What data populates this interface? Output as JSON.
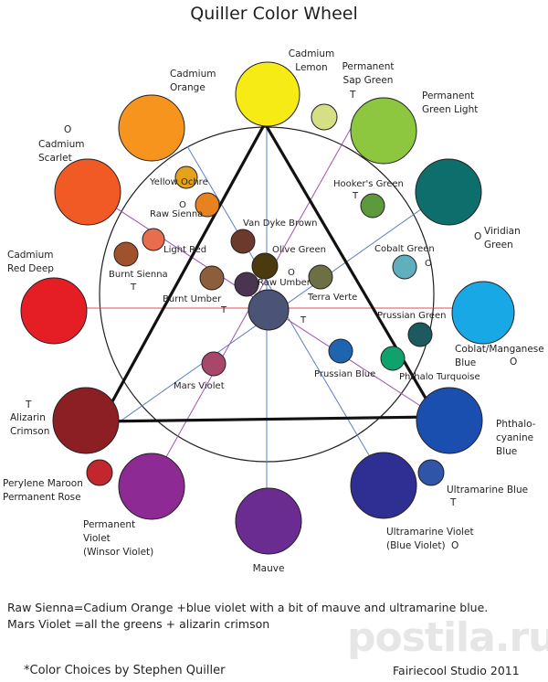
{
  "title": "Quiller Color Wheel",
  "colors": {
    "outline": "#231f20",
    "triangle": "#111111",
    "line_red": "#d9534f",
    "line_blue": "#5b7fc7",
    "line_purple": "#a050b0",
    "center": "#4b5376"
  },
  "outer": [
    {
      "id": "cadmium-lemon",
      "label": [
        "Cadmium",
        "Lemon"
      ],
      "color": "#f7eb16"
    },
    {
      "id": "permanent-sap-green",
      "label": [
        "Permanent",
        "Sap Green"
      ],
      "mark": "T",
      "color": "#d4df86"
    },
    {
      "id": "permanent-green-light",
      "label": [
        "Permanent",
        "Green Light"
      ],
      "color": "#8dc63f"
    },
    {
      "id": "viridian-green",
      "label": [
        "Viridian",
        "Green"
      ],
      "mark": "O",
      "color": "#0e6e6b"
    },
    {
      "id": "coblat-manganese-blue",
      "label": [
        "Coblat/Manganese",
        "Blue"
      ],
      "mark": "O",
      "color": "#19a8e6"
    },
    {
      "id": "phthalocyanine-blue",
      "label": [
        "Phthalo-",
        "cyanine",
        "Blue"
      ],
      "color": "#1a4fb0"
    },
    {
      "id": "ultramarine-blue",
      "label": [
        "Ultramarine Blue"
      ],
      "mark": "T",
      "color": "#2e55a8"
    },
    {
      "id": "ultramarine-violet",
      "label": [
        "Ultramarine Violet",
        "(Blue Violet)"
      ],
      "mark": "O",
      "color": "#2f2f93"
    },
    {
      "id": "mauve",
      "label": [
        "Mauve"
      ],
      "color": "#6b2c91"
    },
    {
      "id": "permanent-violet",
      "label": [
        "Permanent",
        "Violet",
        "(Winsor Violet)"
      ],
      "color": "#8d2a94"
    },
    {
      "id": "perylene-maroon",
      "label": [
        "Perylene Maroon",
        "Permanent Rose"
      ],
      "color": "#c1272d"
    },
    {
      "id": "alizarin-crimson",
      "label": [
        "Alizarin",
        "Crimson"
      ],
      "mark": "T",
      "color": "#8c1f23"
    },
    {
      "id": "cadmium-red-deep",
      "label": [
        "Cadmium",
        "Red Deep"
      ],
      "color": "#e51e25"
    },
    {
      "id": "cadmium-scarlet",
      "label": [
        "Cadmium",
        "Scarlet"
      ],
      "mark": "O",
      "color": "#f15a24"
    },
    {
      "id": "cadmium-orange",
      "label": [
        "Cadmium",
        "Orange"
      ],
      "color": "#f7941d"
    }
  ],
  "inner": [
    {
      "id": "yellow-ochre",
      "label": "Yellow Ochre",
      "color": "#e4a31b"
    },
    {
      "id": "raw-sienna",
      "label": "Raw Sienna",
      "mark": "O",
      "color": "#e8821e"
    },
    {
      "id": "light-red",
      "label": "Light Red",
      "color": "#e86c4e"
    },
    {
      "id": "burnt-sienna",
      "label": "Burnt Sienna",
      "mark": "T",
      "color": "#a0522d"
    },
    {
      "id": "van-dyke-brown",
      "label": "Van Dyke Brown",
      "color": "#6b3a2c"
    },
    {
      "id": "olive-green",
      "label": "Olive Green",
      "color": "#4a3a0e"
    },
    {
      "id": "burnt-umber",
      "label": "Burnt Umber",
      "mark": "T",
      "color": "#8b5e3c"
    },
    {
      "id": "raw-umber",
      "label": "Raw Umber",
      "mark": "O",
      "color": "#4a3550"
    },
    {
      "id": "terra-verte",
      "label": "Terra Verte",
      "mark": "T",
      "color": "#6d7045"
    },
    {
      "id": "hookers-green",
      "label": "Hooker's Green",
      "mark": "T",
      "color": "#5c9a3b"
    },
    {
      "id": "cobalt-green",
      "label": "Cobalt Green",
      "mark": "O",
      "color": "#5fb0bc"
    },
    {
      "id": "prussian-green",
      "label": "Prussian Green",
      "color": "#1d5a60"
    },
    {
      "id": "phthalo-turquoise",
      "label": "Phthalo Turquoise",
      "color": "#10a26d"
    },
    {
      "id": "prussian-blue",
      "label": "Prussian Blue",
      "color": "#1f64b0"
    },
    {
      "id": "mars-violet",
      "label": "Mars Violet",
      "color": "#a9476b"
    }
  ],
  "notes": [
    "Raw Sienna=Cadium Orange +blue violet with a bit of mauve and ultramarine blue.",
    "Mars Violet =all the greens + alizarin crimson"
  ],
  "credit": "*Color Choices by Stephen Quiller",
  "studio": "Fairiecool Studio 2011",
  "watermark": "postila.ru"
}
